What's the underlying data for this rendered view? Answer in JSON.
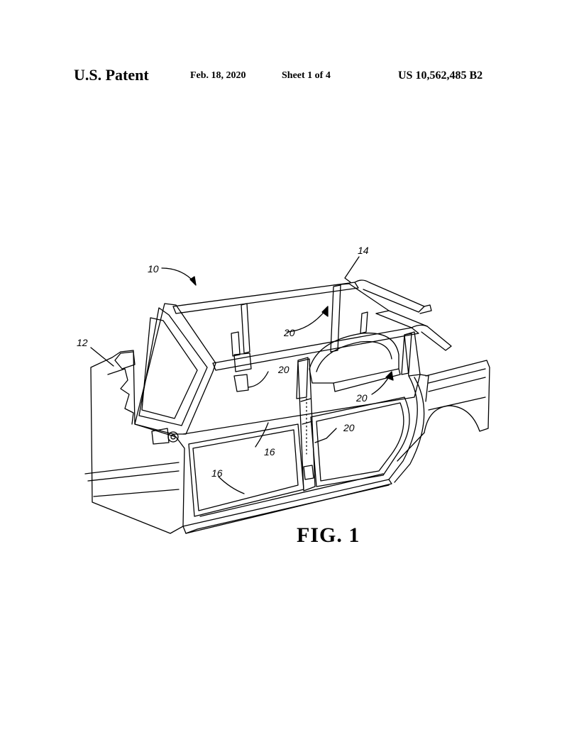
{
  "header": {
    "patent_label": "U.S. Patent",
    "date": "Feb. 18, 2020",
    "sheet": "Sheet 1 of 4",
    "number": "US 10,562,485 B2"
  },
  "figure": {
    "label": "FIG. 1",
    "refs": {
      "r10": "10",
      "r12": "12",
      "r14": "14",
      "r16a": "16",
      "r16b": "16",
      "r20a": "20",
      "r20b": "20",
      "r20c": "20",
      "r20d": "20"
    }
  }
}
